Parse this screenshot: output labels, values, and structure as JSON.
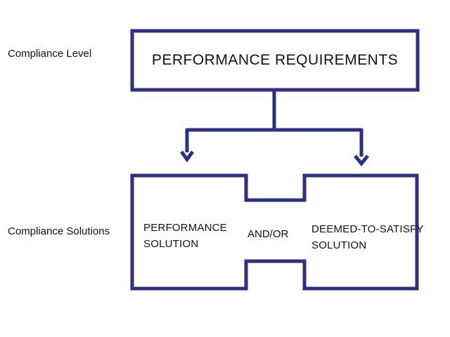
{
  "labels": {
    "compliance_level": "Compliance Level",
    "compliance_solutions": "Compliance Solutions"
  },
  "top_box": {
    "title": "PERFORMANCE REQUIREMENTS"
  },
  "solutions": {
    "performance": {
      "line1": "PERFORMANCE",
      "line2": "SOLUTION"
    },
    "connector": "AND/OR",
    "deemed": {
      "line1": "DEEMED-TO-SATISFY",
      "line2": "SOLUTION"
    }
  },
  "colors": {
    "stroke": "#2e2e84",
    "text": "#111111",
    "background": "#ffffff"
  }
}
